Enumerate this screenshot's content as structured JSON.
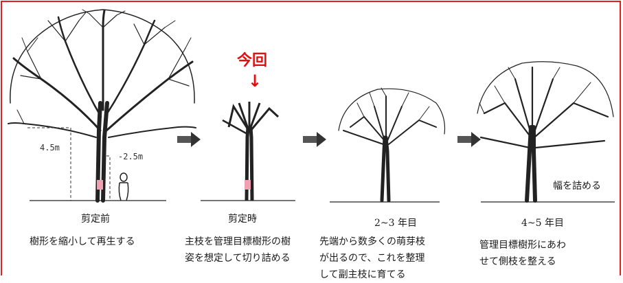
{
  "highlight": {
    "label": "今回",
    "arrow": "↓",
    "color": "#e01010"
  },
  "measurements": {
    "height_label": "4.5m",
    "trunk_label": "-2.5m"
  },
  "stages": [
    {
      "title": "剪定前",
      "lines": [
        "樹形を縮小して再生する"
      ]
    },
    {
      "title": "剪定時",
      "lines": [
        "主枝を管理目標樹形の樹",
        "姿を想定して切り詰める"
      ]
    },
    {
      "title": "2~3 年目",
      "lines": [
        "先端から数多くの萌芽枝",
        "が出るので、これを整理",
        "して副主枝に育てる"
      ]
    },
    {
      "title": "4~5 年目",
      "lines": [
        "管理目標樹形にあわ",
        "せて側枝を整える"
      ]
    }
  ],
  "annotations": {
    "width_note": "幅を詰める"
  },
  "colors": {
    "frame": "#e02020",
    "marker": "#f0a0b0",
    "ink": "#1a1a1a"
  }
}
